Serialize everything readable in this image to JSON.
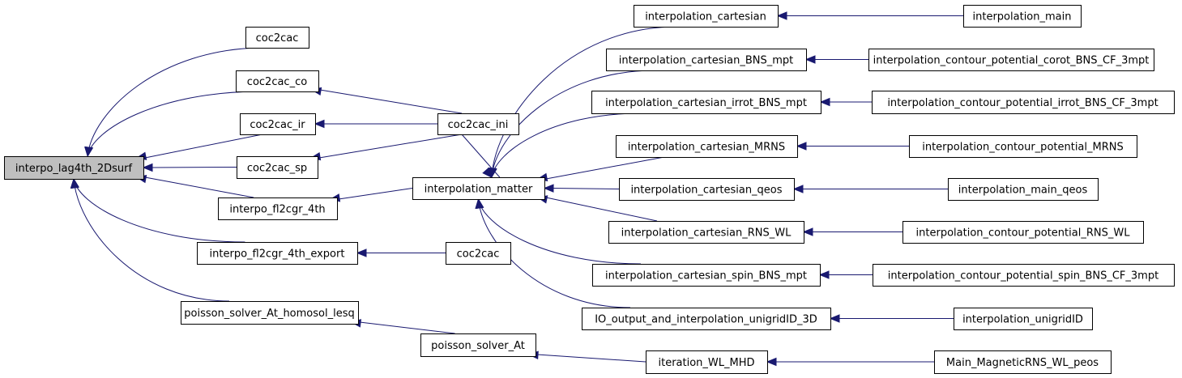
{
  "colors": {
    "edge": "#191970",
    "root_fill": "#bfbfbf",
    "node_fill": "#ffffff",
    "border": "#000000"
  },
  "nodes": [
    {
      "id": "n0",
      "label": "interpo_lag4th_2Dsurf",
      "root": true
    },
    {
      "id": "n1",
      "label": "coc2cac"
    },
    {
      "id": "n2",
      "label": "coc2cac_co"
    },
    {
      "id": "n3",
      "label": "coc2cac_ir"
    },
    {
      "id": "n4",
      "label": "coc2cac_sp"
    },
    {
      "id": "n5",
      "label": "interpo_fl2cgr_4th"
    },
    {
      "id": "n6",
      "label": "interpo_fl2cgr_4th_export"
    },
    {
      "id": "n7",
      "label": "poisson_solver_At_homosol_lesq"
    },
    {
      "id": "n8",
      "label": "coc2cac_ini"
    },
    {
      "id": "n9",
      "label": "interpolation_matter"
    },
    {
      "id": "n10",
      "label": "coc2cac"
    },
    {
      "id": "n11",
      "label": "poisson_solver_At"
    },
    {
      "id": "n12",
      "label": "interpolation_cartesian"
    },
    {
      "id": "n13",
      "label": "interpolation_cartesian_BNS_mpt"
    },
    {
      "id": "n14",
      "label": "interpolation_cartesian_irrot_BNS_mpt"
    },
    {
      "id": "n15",
      "label": "interpolation_cartesian_MRNS"
    },
    {
      "id": "n16",
      "label": "interpolation_cartesian_qeos"
    },
    {
      "id": "n17",
      "label": "interpolation_cartesian_RNS_WL"
    },
    {
      "id": "n18",
      "label": "interpolation_cartesian_spin_BNS_mpt"
    },
    {
      "id": "n19",
      "label": "IO_output_and_interpolation_unigridID_3D"
    },
    {
      "id": "n20",
      "label": "iteration_WL_MHD"
    },
    {
      "id": "n21",
      "label": "interpolation_main"
    },
    {
      "id": "n22",
      "label": "interpolation_contour_potential_corot_BNS_CF_3mpt"
    },
    {
      "id": "n23",
      "label": "interpolation_contour_potential_irrot_BNS_CF_3mpt"
    },
    {
      "id": "n24",
      "label": "interpolation_contour_potential_MRNS"
    },
    {
      "id": "n25",
      "label": "interpolation_main_qeos"
    },
    {
      "id": "n26",
      "label": "interpolation_contour_potential_RNS_WL"
    },
    {
      "id": "n27",
      "label": "interpolation_contour_potential_spin_BNS_CF_3mpt"
    },
    {
      "id": "n28",
      "label": "interpolation_unigridID"
    },
    {
      "id": "n29",
      "label": "Main_MagneticRNS_WL_peos"
    }
  ],
  "edges": [
    {
      "from": "n1",
      "to": "n0"
    },
    {
      "from": "n2",
      "to": "n0"
    },
    {
      "from": "n3",
      "to": "n0"
    },
    {
      "from": "n4",
      "to": "n0"
    },
    {
      "from": "n5",
      "to": "n0"
    },
    {
      "from": "n6",
      "to": "n0"
    },
    {
      "from": "n7",
      "to": "n0"
    },
    {
      "from": "n8",
      "to": "n2"
    },
    {
      "from": "n8",
      "to": "n3"
    },
    {
      "from": "n8",
      "to": "n4"
    },
    {
      "from": "n9",
      "to": "n5"
    },
    {
      "from": "n10",
      "to": "n6"
    },
    {
      "from": "n11",
      "to": "n7"
    },
    {
      "from": "n12",
      "to": "n9"
    },
    {
      "from": "n13",
      "to": "n9"
    },
    {
      "from": "n14",
      "to": "n9"
    },
    {
      "from": "n15",
      "to": "n9"
    },
    {
      "from": "n16",
      "to": "n9"
    },
    {
      "from": "n17",
      "to": "n9"
    },
    {
      "from": "n18",
      "to": "n9"
    },
    {
      "from": "n19",
      "to": "n9"
    },
    {
      "from": "n8",
      "to": "n9"
    },
    {
      "from": "n20",
      "to": "n11"
    },
    {
      "from": "n21",
      "to": "n12"
    },
    {
      "from": "n22",
      "to": "n13"
    },
    {
      "from": "n23",
      "to": "n14"
    },
    {
      "from": "n24",
      "to": "n15"
    },
    {
      "from": "n25",
      "to": "n16"
    },
    {
      "from": "n26",
      "to": "n17"
    },
    {
      "from": "n27",
      "to": "n18"
    },
    {
      "from": "n28",
      "to": "n19"
    },
    {
      "from": "n29",
      "to": "n20"
    }
  ]
}
